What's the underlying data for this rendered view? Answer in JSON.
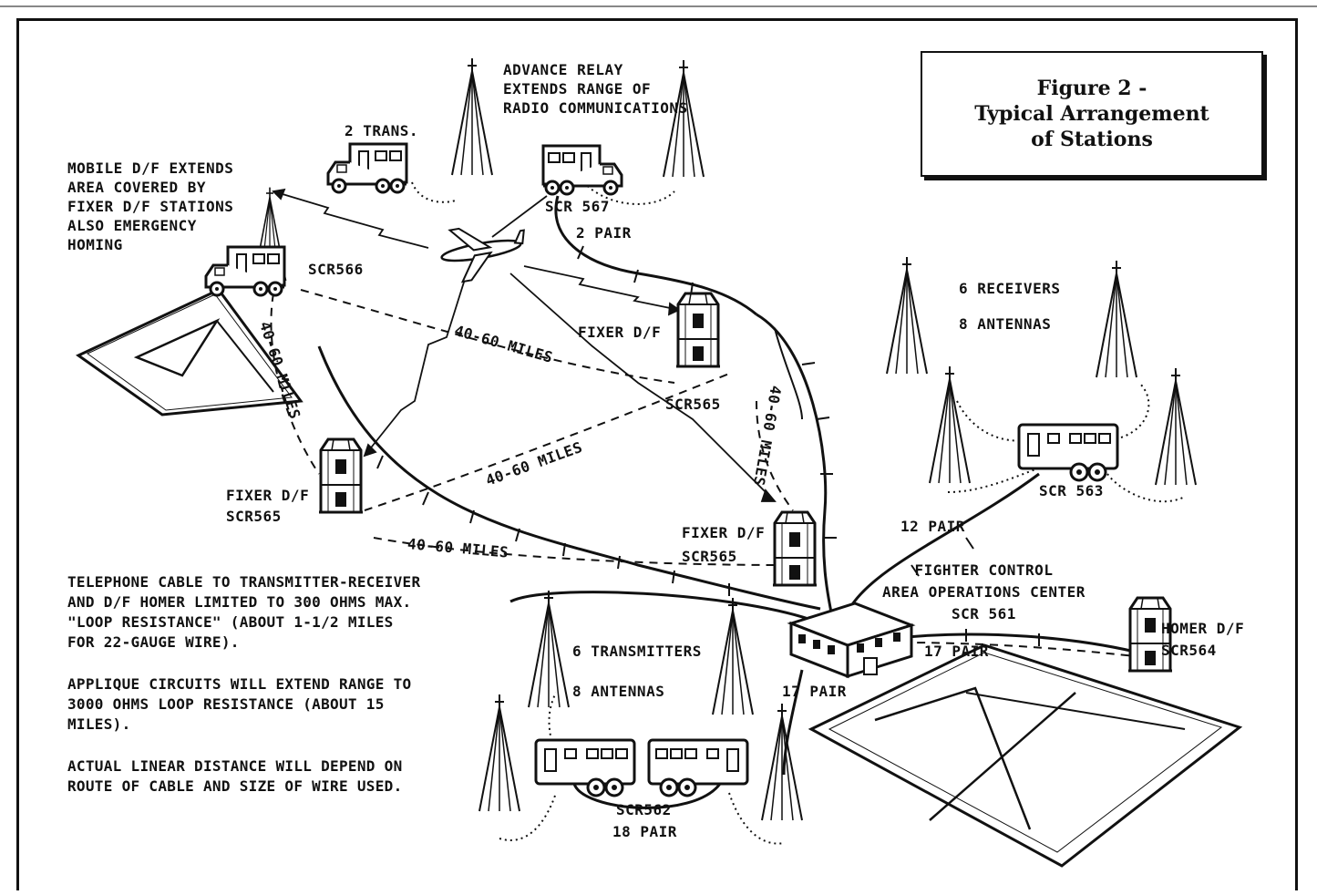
{
  "title": {
    "line1": "Figure 2 -",
    "line2": "Typical Arrangement",
    "line3": "of Stations"
  },
  "labels": {
    "advance_relay": "ADVANCE RELAY\nEXTENDS RANGE OF\nRADIO COMMUNICATIONS",
    "two_trans": "2 TRANS.",
    "scr567": "SCR 567",
    "two_pair": "2 PAIR",
    "mobile_df": "MOBILE D/F EXTENDS\nAREA COVERED BY\nFIXER D/F STATIONS\nALSO EMERGENCY\nHOMING",
    "scr566": "SCR566",
    "six_receivers": "6 RECEIVERS",
    "eight_antennas_top": "8 ANTENNAS",
    "fixer_df_top": "FIXER D/F",
    "scr565_top": "SCR565",
    "fixer_df_left": "FIXER D/F\nSCR565",
    "fixer_df_mid": "FIXER D/F\nSCR565",
    "scr563": "SCR 563",
    "twelve_pair": "12 PAIR",
    "fighter_control": "FIGHTER CONTROL\nAREA OPERATIONS CENTER\nSCR 561",
    "homer_df": "HOMER D/F\nSCR564",
    "seventeen_pair_right": "17 PAIR",
    "seventeen_pair_bottom": "17 PAIR",
    "six_transmitters": "6 TRANSMITTERS",
    "eight_antennas_bottom": "8 ANTENNAS",
    "scr562": "SCR562",
    "eighteen_pair": "18 PAIR",
    "dist_left": "40-60 MILES",
    "dist_upper": "40-60 MILES",
    "dist_center": "40-60 MILES",
    "dist_right": "40-60 MILES",
    "dist_bottom": "40-60 MILES"
  },
  "notes": {
    "telephone": "TELEPHONE CABLE TO TRANSMITTER-RECEIVER\nAND D/F HOMER LIMITED TO 300 OHMS MAX.\n\"LOOP RESISTANCE\" (ABOUT 1-1/2 MILES\nFOR 22-GAUGE WIRE).",
    "applique": "APPLIQUE CIRCUITS WILL EXTEND RANGE TO\n3000 OHMS LOOP RESISTANCE (ABOUT 15\nMILES).",
    "actual": "ACTUAL LINEAR DISTANCE WILL DEPEND ON\nROUTE OF CABLE AND SIZE OF WIRE USED."
  },
  "colors": {
    "ink": "#111111",
    "paper": "#ffffff"
  }
}
